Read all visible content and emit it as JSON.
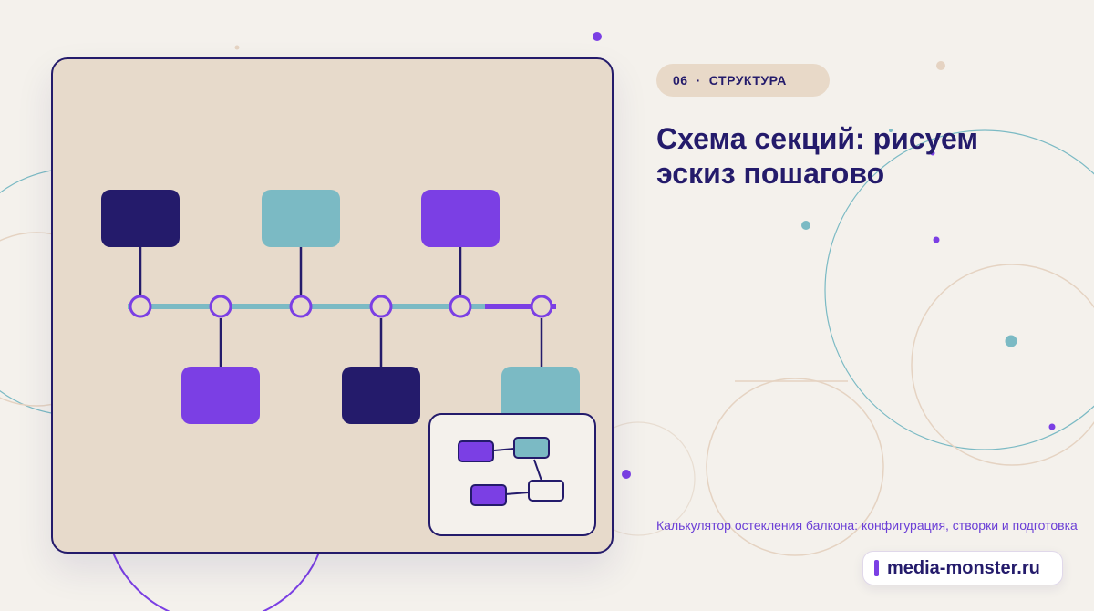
{
  "tag": {
    "number": "06",
    "separator": "·",
    "label": "СТРУКТУРА"
  },
  "title": "Схема секций: рисуем эскиз пошагово",
  "caption": "Калькулятор остекления балкона: конфигурация, створки и подготовка",
  "brand": "media-monster.ru",
  "colors": {
    "navy": "#241b6b",
    "teal": "#7bbac4",
    "violet": "#7b3fe4",
    "beige": "#e7dacb",
    "background": "#f4f1ec"
  }
}
